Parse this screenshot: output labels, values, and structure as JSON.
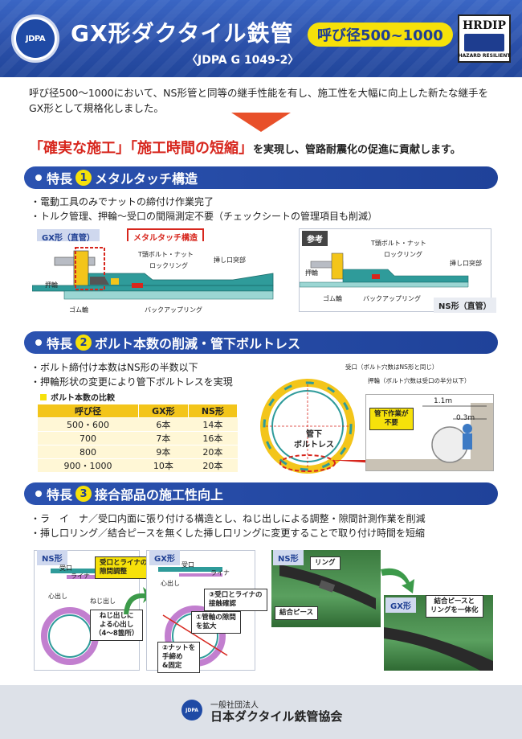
{
  "header": {
    "logo_text": "JDPA",
    "title": "GX形ダクタイル鉄管",
    "size_badge": "呼び径500~1000",
    "subtitle": "〈JDPA G 1049-2〉",
    "hrdip_title": "HRDIP",
    "hrdip_sub": "HAZARD RESILIENT"
  },
  "intro": {
    "line1": "呼び径500～1000において、NS形管と同等の継手性能を有し、施工性を大幅に向上した新たな継手を",
    "line2": "GX形として規格化しました。",
    "tag_red1": "「確実な施工」",
    "tag_red2": "「施工時間の短縮」",
    "tag_rest": "を実現し、管路耐震化の促進に貢献します。"
  },
  "feature1": {
    "label": "特長",
    "num": "1",
    "title": "メタルタッチ構造",
    "bullets": [
      "・電動工具のみでナットの締付け作業完了",
      "・トルク管理、押輪～受口の間隔測定不要（チェックシートの管理項目も削減）"
    ],
    "gx_tag": "GX形（直管）",
    "metal_touch": "メタルタッチ構造",
    "labels": {
      "t_bolt": "T頭ボルト・ナット",
      "lock_ring": "ロックリング",
      "spigot": "挿し口突部",
      "push_ring": "押輪",
      "rubber": "ゴム輪",
      "backup": "バックアップリング"
    },
    "ref_tag": "参考",
    "ns_tag": "NS形（直管）"
  },
  "feature2": {
    "label": "特長",
    "num": "2",
    "title": "ボルト本数の削減・管下ボルトレス",
    "bullets": [
      "・ボルト締付け本数はNS形の半数以下",
      "・押輪形状の変更により管下ボルトレスを実現"
    ],
    "table_title": "ボルト本数の比較",
    "table_headers": [
      "呼び径",
      "GX形",
      "NS形"
    ],
    "table_rows": [
      [
        "500・600",
        "6本",
        "14本"
      ],
      [
        "700",
        "7本",
        "16本"
      ],
      [
        "800",
        "9本",
        "20本"
      ],
      [
        "900・1000",
        "10本",
        "20本"
      ]
    ],
    "ring_labels": {
      "socket": "受口（ボルト穴数はNS形と同じ）",
      "push": "押輪（ボルト穴数は受口の半分以下）",
      "boltless": "管下\nボルトレス",
      "boltless1": "管下",
      "boltless2": "ボルトレス",
      "no_work1": "管下作業が",
      "no_work2": "不要",
      "dim1": "1.1m",
      "dim2": "0.3m"
    }
  },
  "feature3": {
    "label": "特長",
    "num": "3",
    "title": "接合部品の施工性向上",
    "bullets": [
      "・ラ　イ　ナ／受口内面に張り付ける構造とし、ねじ出しによる調整・隙間計測作業を削減",
      "・挿し口リング／結合ピースを無くした挿し口リングに変更することで取り付け時間を短縮"
    ],
    "ns_tag": "NS形",
    "gx_tag": "GX形",
    "ns_labels": {
      "socket": "受口",
      "liner": "ライナ",
      "gap": "受口とライナの\n隙間調整",
      "gap1": "受口とライナの",
      "gap2": "隙間調整",
      "center": "心出し",
      "screw": "ねじ出し",
      "screw_center1": "ねじ出しに",
      "screw_center2": "よる心出し",
      "screw_center3": "（4～8箇所）"
    },
    "gx_labels": {
      "socket": "受口",
      "liner": "ライナ",
      "center": "心出し",
      "step3_1": "③受口とライナの",
      "step3_2": "接触確認",
      "step1_1": "①管軸の隙間",
      "step1_2": "を拡大",
      "step2_1": "②ナットを",
      "step2_2": "手締め",
      "step2_3": "&固定"
    },
    "photo_ns": "NS形",
    "photo_ring": "リング",
    "photo_piece": "結合ピース",
    "photo_gx": "GX形",
    "photo_integrated1": "結合ピースと",
    "photo_integrated2": "リングを一体化"
  },
  "footer": {
    "logo_text": "JDPA",
    "org_small": "一般社団法人",
    "org_name": "日本ダクタイル鉄管協会"
  },
  "colors": {
    "brand_blue": "#2a4fa8",
    "accent_yellow": "#f6e10a",
    "red": "#d7261d",
    "pipe_teal": "#2f9b9a"
  }
}
